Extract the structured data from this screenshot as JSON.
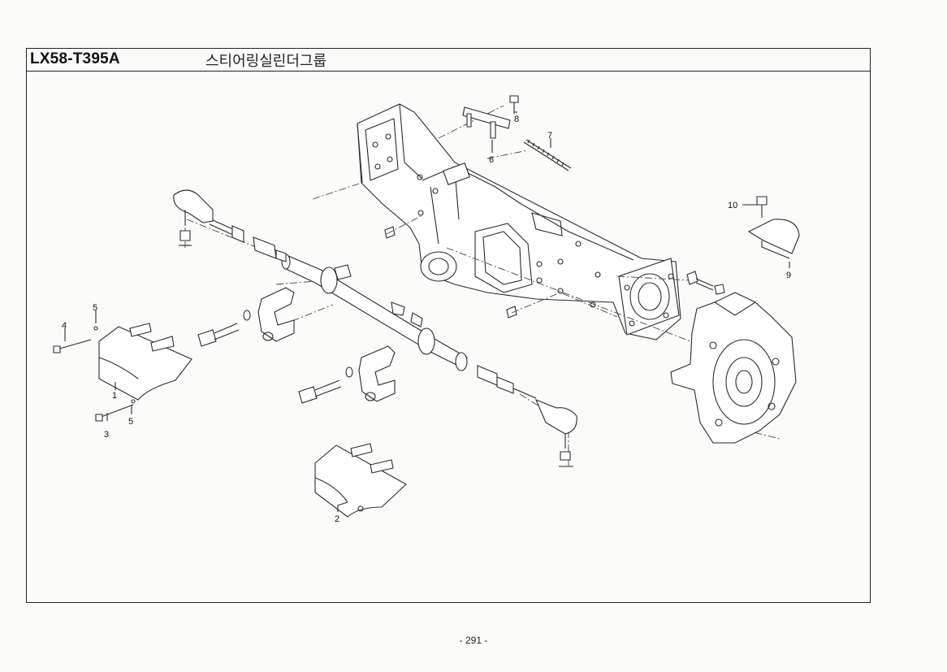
{
  "header": {
    "model_code": "LX58-T395A",
    "title": "스티어링실린더그룹"
  },
  "callouts": [
    {
      "id": "c1",
      "label": "1"
    },
    {
      "id": "c2",
      "label": "2"
    },
    {
      "id": "c3",
      "label": "3"
    },
    {
      "id": "c4",
      "label": "4"
    },
    {
      "id": "c5a",
      "label": "5"
    },
    {
      "id": "c5b",
      "label": "5"
    },
    {
      "id": "c6",
      "label": "6"
    },
    {
      "id": "c7",
      "label": "7"
    },
    {
      "id": "c8",
      "label": "8"
    },
    {
      "id": "c9",
      "label": "9"
    },
    {
      "id": "c10",
      "label": "10"
    }
  ],
  "footer": {
    "page_number": "- 291 -"
  }
}
